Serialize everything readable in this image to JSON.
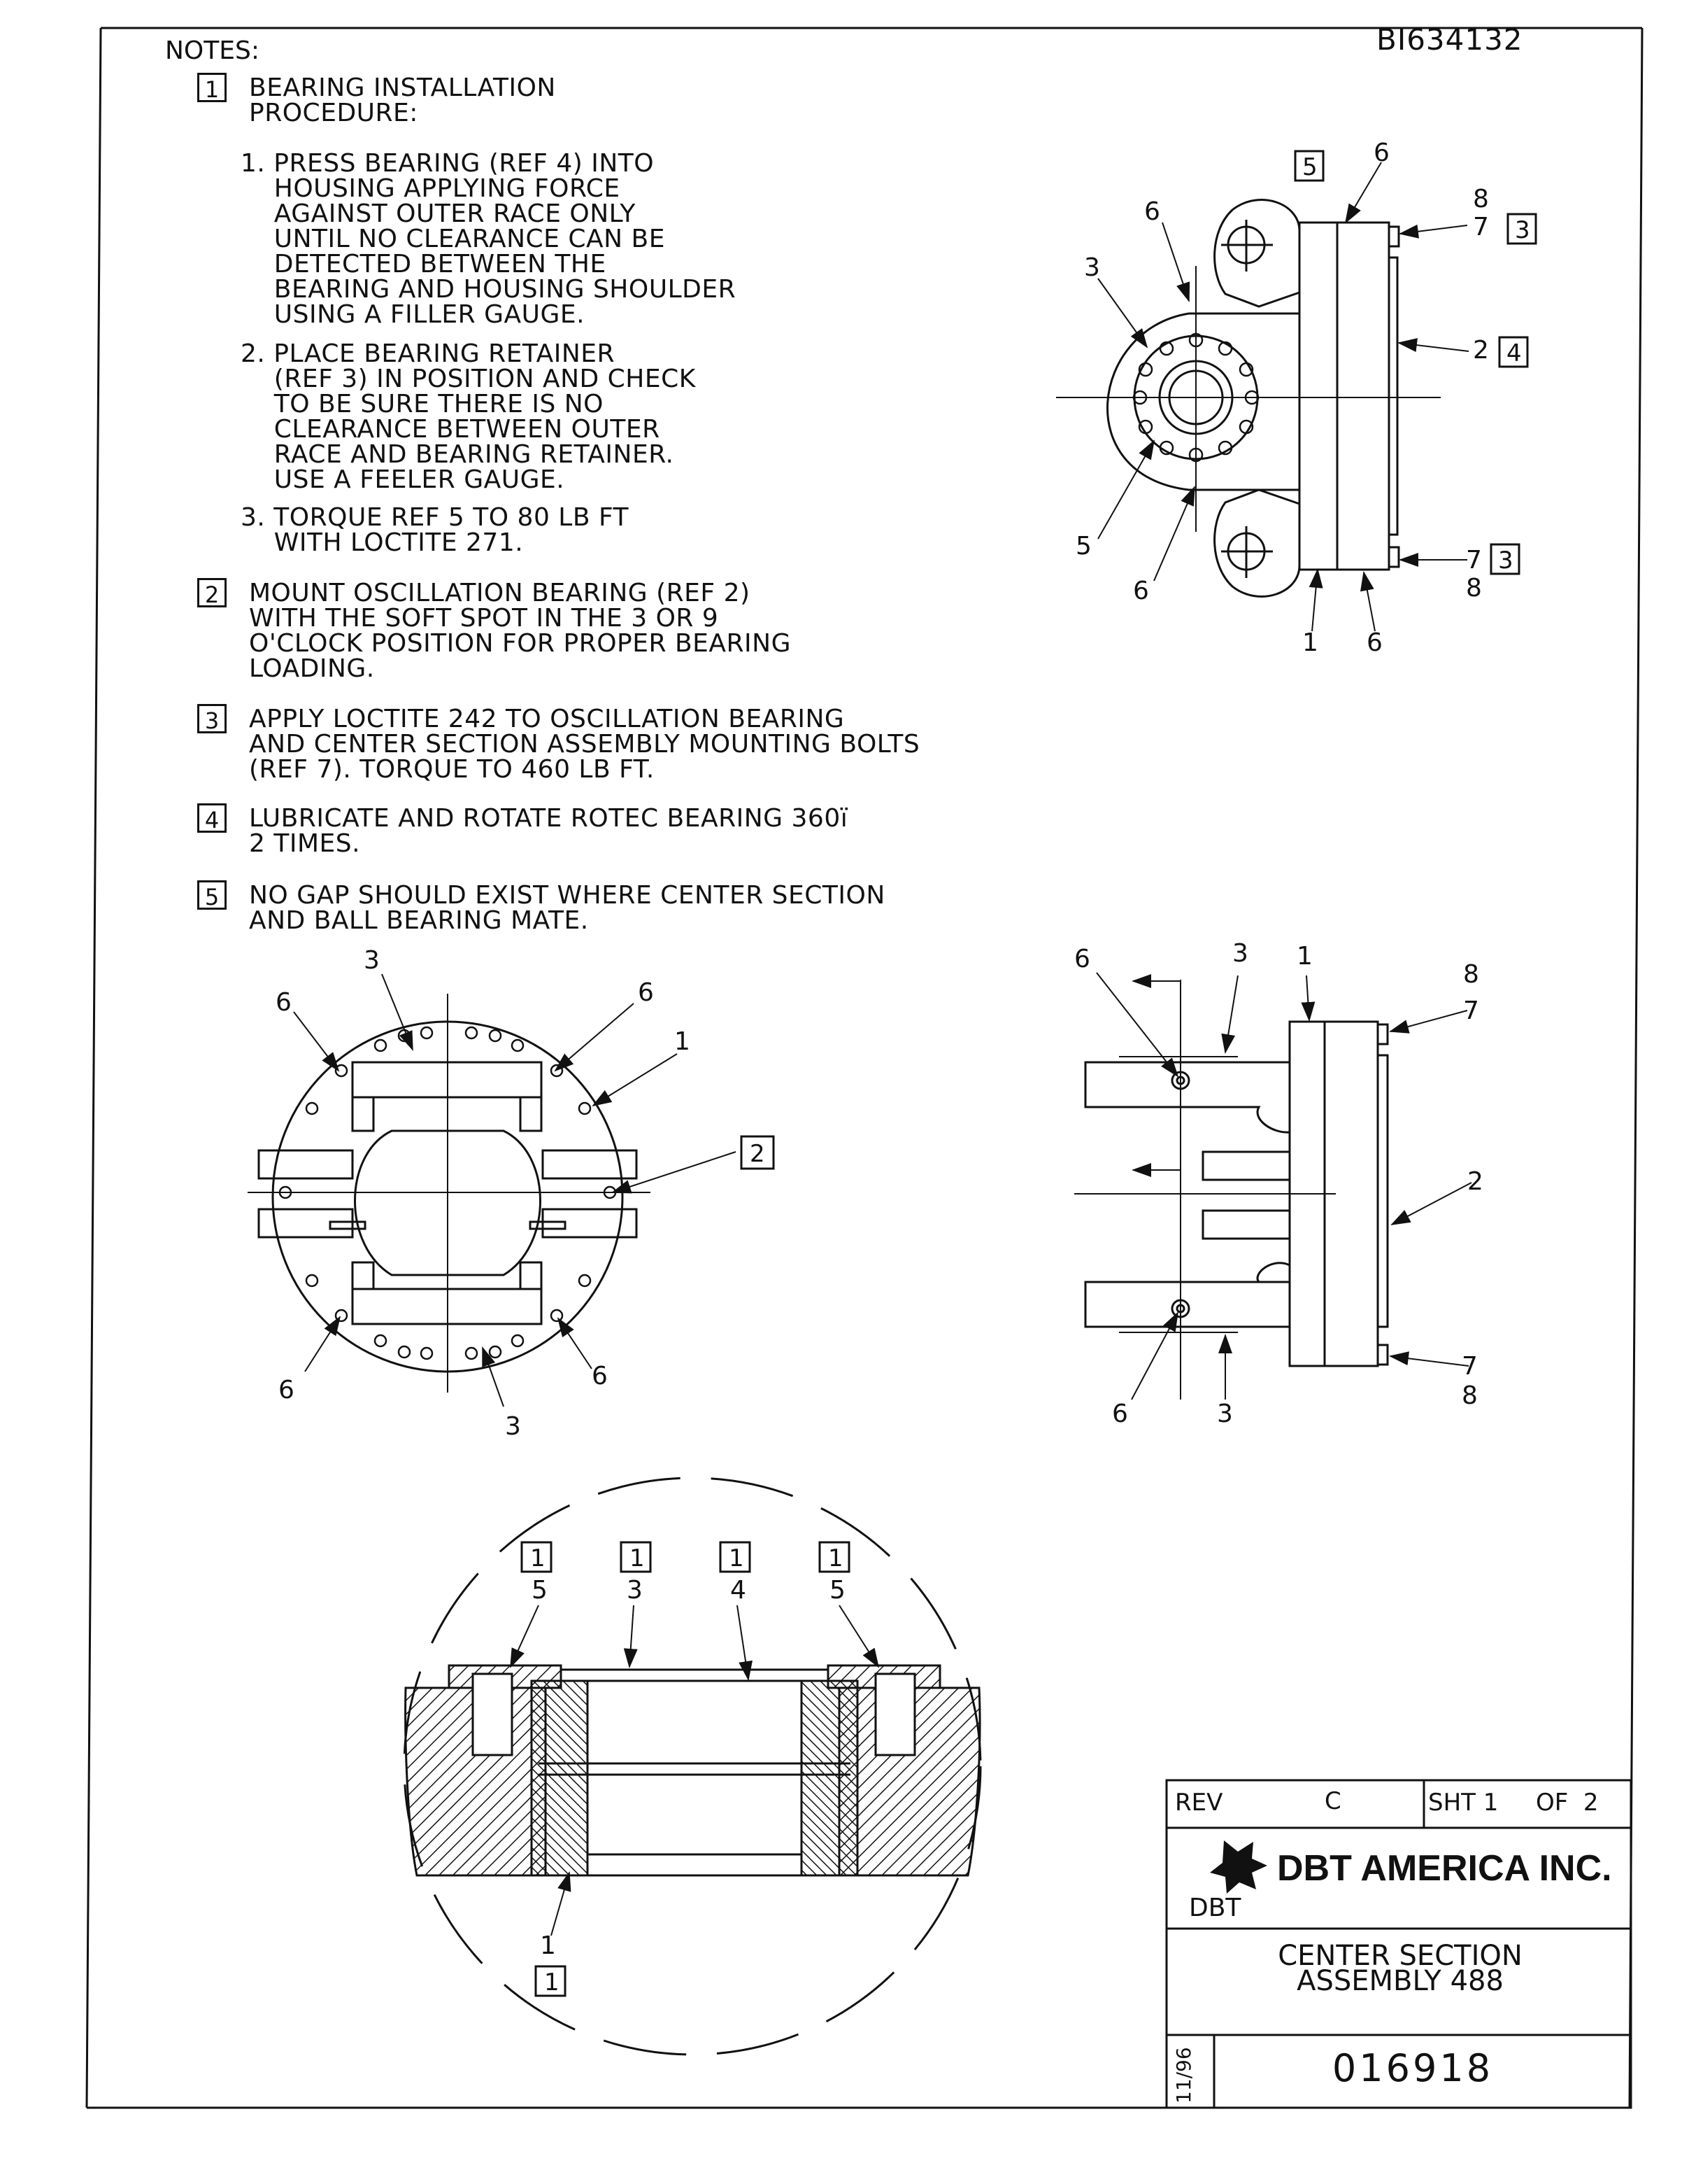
{
  "document_number": "BI634132",
  "notes_heading": "NOTES:",
  "notes": [
    {
      "num": "1",
      "text": "BEARING INSTALLATION\nPROCEDURE:"
    },
    {
      "num": "2",
      "text": "MOUNT OSCILLATION BEARING (REF 2)\nWITH THE SOFT SPOT IN THE 3 OR 9\nO'CLOCK POSITION FOR PROPER BEARING\nLOADING."
    },
    {
      "num": "3",
      "text": "APPLY LOCTITE 242 TO OSCILLATION BEARING\nAND CENTER SECTION ASSEMBLY MOUNTING BOLTS\n(REF 7). TORQUE TO 460 LB FT."
    },
    {
      "num": "4",
      "text": "LUBRICATE AND ROTATE ROTEC BEARING 360ï\n2 TIMES."
    },
    {
      "num": "5",
      "text": "NO GAP SHOULD EXIST WHERE CENTER SECTION\nAND BALL BEARING MATE."
    }
  ],
  "procedure_steps": [
    "1. PRESS BEARING (REF 4) INTO\n    HOUSING APPLYING FORCE\n    AGAINST OUTER RACE ONLY\n    UNTIL NO CLEARANCE CAN BE\n    DETECTED BETWEEN THE\n    BEARING AND HOUSING SHOULDER\n    USING A FILLER GAUGE.",
    "2. PLACE BEARING RETAINER\n    (REF 3) IN POSITION AND CHECK\n    TO BE SURE THERE IS NO\n    CLEARANCE BETWEEN OUTER\n    RACE AND BEARING RETAINER.\n    USE A FEELER GAUGE.",
    "3. TORQUE REF 5 TO 80 LB FT\n    WITH LOCTITE 271."
  ],
  "callouts": {
    "c1": "1",
    "c2": "2",
    "c3": "3",
    "c4": "4",
    "c5": "5",
    "c6": "6",
    "c7": "7",
    "c8": "8"
  },
  "title_block": {
    "rev_label": "REV",
    "rev_value": "C",
    "sheet_label": "SHT 1",
    "sheet_of": "OF  2",
    "company": "DBT AMERICA INC.",
    "logo_text": "DBT",
    "title_line1": "CENTER SECTION",
    "title_line2": "ASSEMBLY 488",
    "drawing_number": "016918",
    "date": "11/96"
  }
}
